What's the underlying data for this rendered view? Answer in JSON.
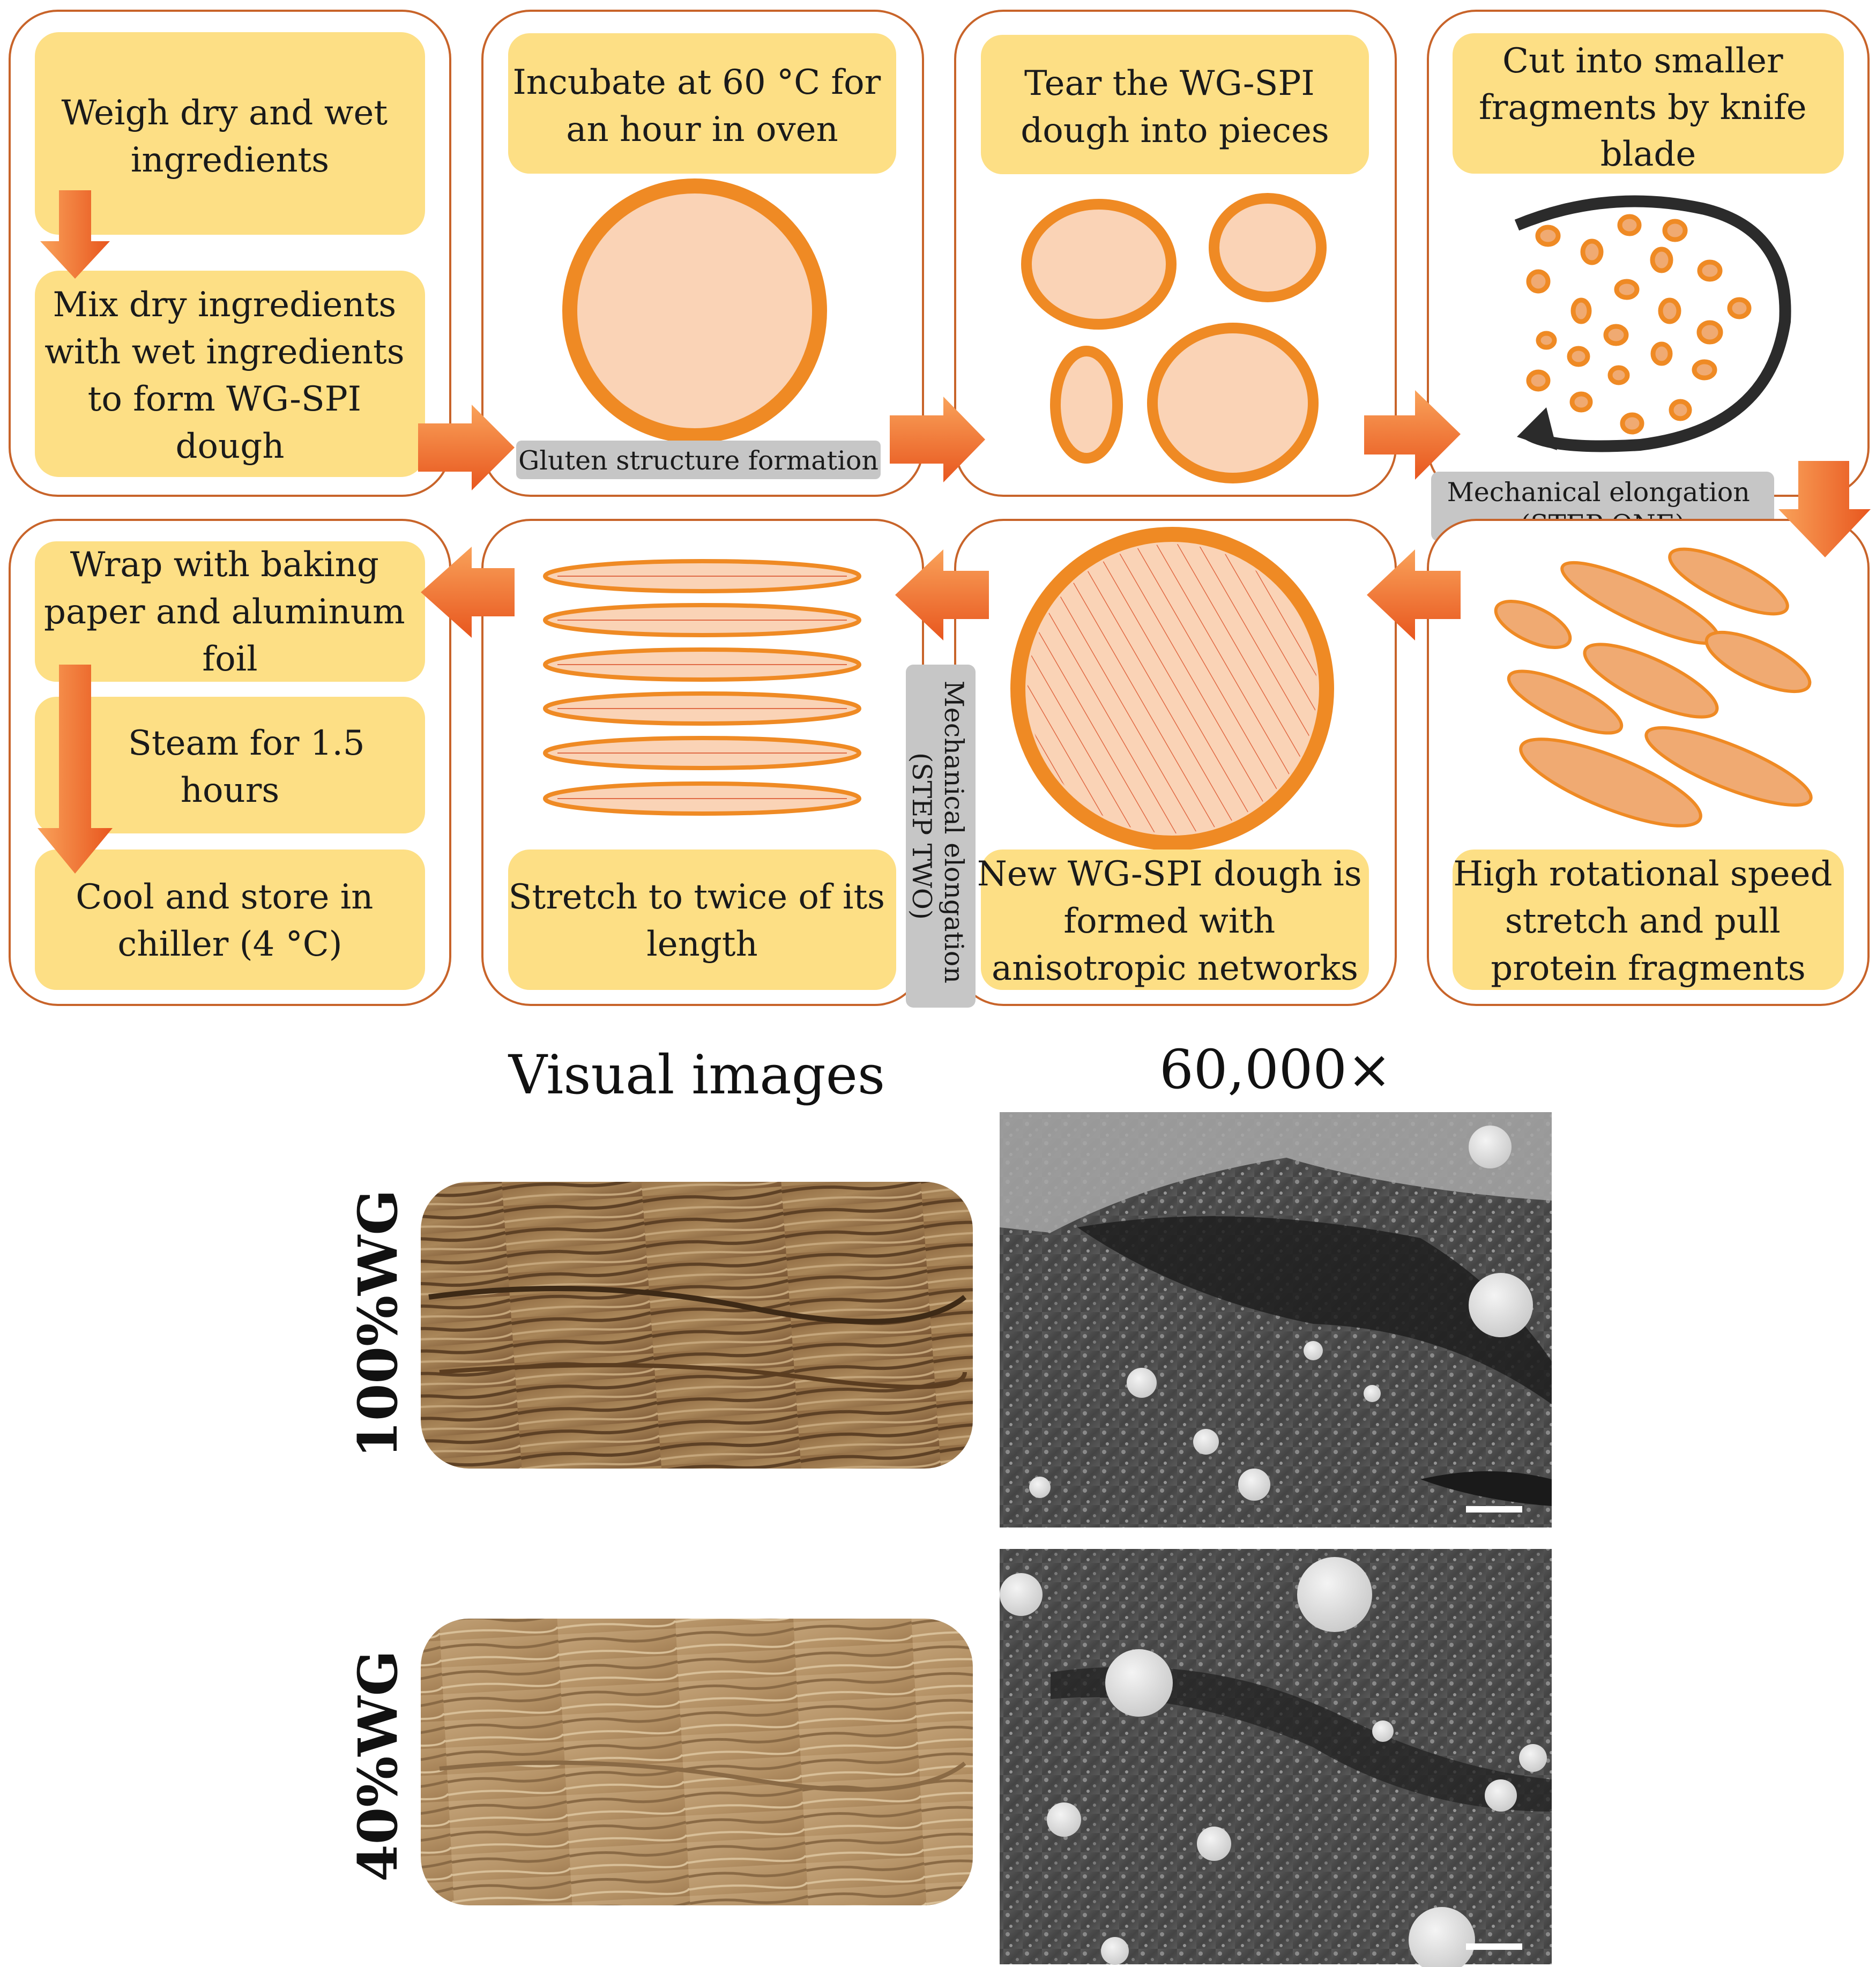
{
  "colors": {
    "panel_border": "#c8642a",
    "label_box": "#fddf85",
    "orange": "#ef8a24",
    "arrow_light": "#f9a25a",
    "arrow_dark": "#e8561e",
    "blob_fill": "#fad3b6",
    "fragment_fill": "#f0aa72",
    "tag_box": "#c6c6c6",
    "stripe": "#e06a45"
  },
  "steps": {
    "weigh": "Weigh dry and wet ingredients",
    "mix": "Mix dry ingredients with wet ingredients to form WG-SPI dough",
    "incubate": "Incubate at 60 °C for an hour in oven",
    "tear": "Tear the WG-SPI dough into pieces",
    "cut": "Cut into smaller fragments by knife blade",
    "high_speed": "High rotational speed stretch and pull protein fragments",
    "new_dough": "New WG-SPI dough is formed with anisotropic networks",
    "stretch": "Stretch to twice of its length",
    "wrap": "Wrap with baking paper and aluminum foil",
    "steam": "Steam for 1.5 hours",
    "cool": "Cool and store in chiller (4 °C)"
  },
  "tags": {
    "gluten": "Gluten structure formation",
    "elong1_a": "Mechanical elongation",
    "elong1_b": "(STEP ONE)",
    "elong2_a": "Mechanical elongation",
    "elong2_b": "(STEP TWO)"
  },
  "images": {
    "visual_heading": "Visual images",
    "sem_heading": "60,000×",
    "row1": "100%WG",
    "row2": "40%WG"
  }
}
